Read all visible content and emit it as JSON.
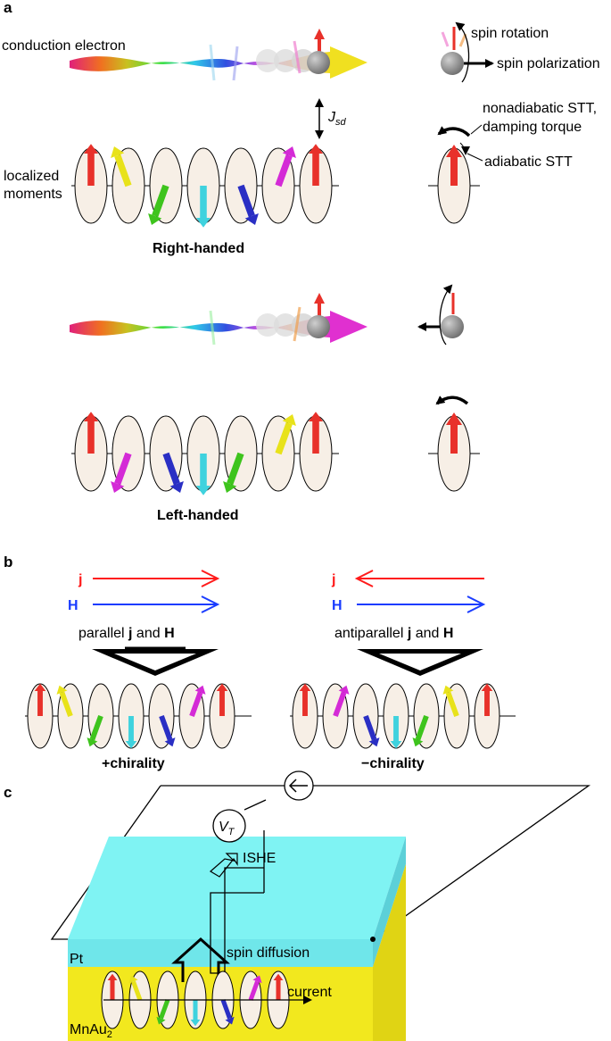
{
  "panel_a": {
    "label": "a",
    "conduction_electron": "conduction electron",
    "spin_rotation": "spin rotation",
    "spin_polarization": "spin polarization",
    "jsd_main": "J",
    "jsd_sub": "sd",
    "nonadiabatic_line1": "nonadiabatic STT,",
    "nonadiabatic_line2": "damping torque",
    "adiabatic": "adiabatic STT",
    "localized_line1": "localized",
    "localized_line2": "moments",
    "right_handed": "Right-handed",
    "left_handed": "Left-handed"
  },
  "panel_b": {
    "label": "b",
    "j": "j",
    "H": "H",
    "parallel_prefix": "parallel ",
    "parallel_j": "j",
    "parallel_and": " and ",
    "parallel_H": "H",
    "antiparallel_prefix": "antiparallel ",
    "antiparallel_j": "j",
    "antiparallel_and": " and ",
    "antiparallel_H": "H",
    "plus_chirality": "+chirality",
    "minus_chirality": "−chirality"
  },
  "panel_c": {
    "label": "c",
    "vt_main": "V",
    "vt_sub": "T",
    "ishe": "ISHE",
    "spin_diffusion": "spin diffusion",
    "pt": "Pt",
    "current": "current",
    "mnau_main": "MnAu",
    "mnau_sub": "2"
  },
  "colors": {
    "red": "#e8312a",
    "yellow": "#e8e21a",
    "green": "#3ec41d",
    "cyan": "#3fd2de",
    "blue": "#2a2fc4",
    "magenta": "#d42ad6",
    "current_j": "#ff1a1a",
    "field_H": "#1a3cff",
    "pt_layer": "#7ff3f3",
    "mnau_layer": "#f2e81e"
  }
}
